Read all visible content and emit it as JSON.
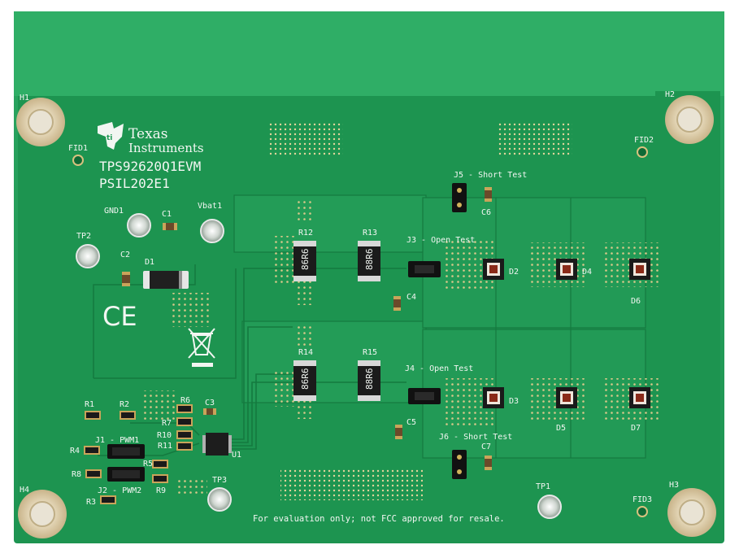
{
  "board": {
    "brand_line1": "Texas",
    "brand_line2": "Instruments",
    "part_number": "TPS92620Q1EVM",
    "board_id": "PSIL202E1",
    "disclaimer": "For evaluation only; not FCC approved for resale.",
    "ce_mark": "CE"
  },
  "labels": {
    "h1": "H1",
    "h2": "H2",
    "h3": "H3",
    "h4": "H4",
    "fid1": "FID1",
    "fid2": "FID2",
    "fid3": "FID3",
    "gnd1": "GND1",
    "vbat1": "Vbat1",
    "c1": "C1",
    "tp1": "TP1",
    "tp2": "TP2",
    "tp3": "TP3",
    "c2": "C2",
    "d1": "D1",
    "u1": "U1",
    "r1": "R1",
    "r2": "R2",
    "r3": "R3",
    "r4": "R4",
    "r5": "R5",
    "r6": "R6",
    "r7": "R7",
    "r8": "R8",
    "r9": "R9",
    "r10": "R10",
    "r11": "R11",
    "r12": "R12",
    "r13": "R13",
    "r14": "R14",
    "r15": "R15",
    "c3": "C3",
    "c4": "C4",
    "c5": "C5",
    "c6": "C6",
    "c7": "C7",
    "j1": "J1 - PWM1",
    "j2": "J2 - PWM2",
    "j3": "J3 - Open Test",
    "j4": "J4 - Open Test",
    "j5": "J5 - Short Test",
    "j6": "J6 - Short Test",
    "d2": "D2",
    "d3": "D3",
    "d4": "D4",
    "d5": "D5",
    "d6": "D6",
    "d7": "D7"
  },
  "resistor_markings": {
    "r12": "86R6",
    "r13": "88R6",
    "r14": "86R6",
    "r15": "88R6"
  },
  "colors": {
    "board_green": "#1f9a55",
    "board_dark": "#158a47",
    "copper_pour": "#3db36c",
    "silkscreen": "#f2f6f2",
    "mounting_hole": "#e8dcc3",
    "led_body": "#8a2a18"
  }
}
